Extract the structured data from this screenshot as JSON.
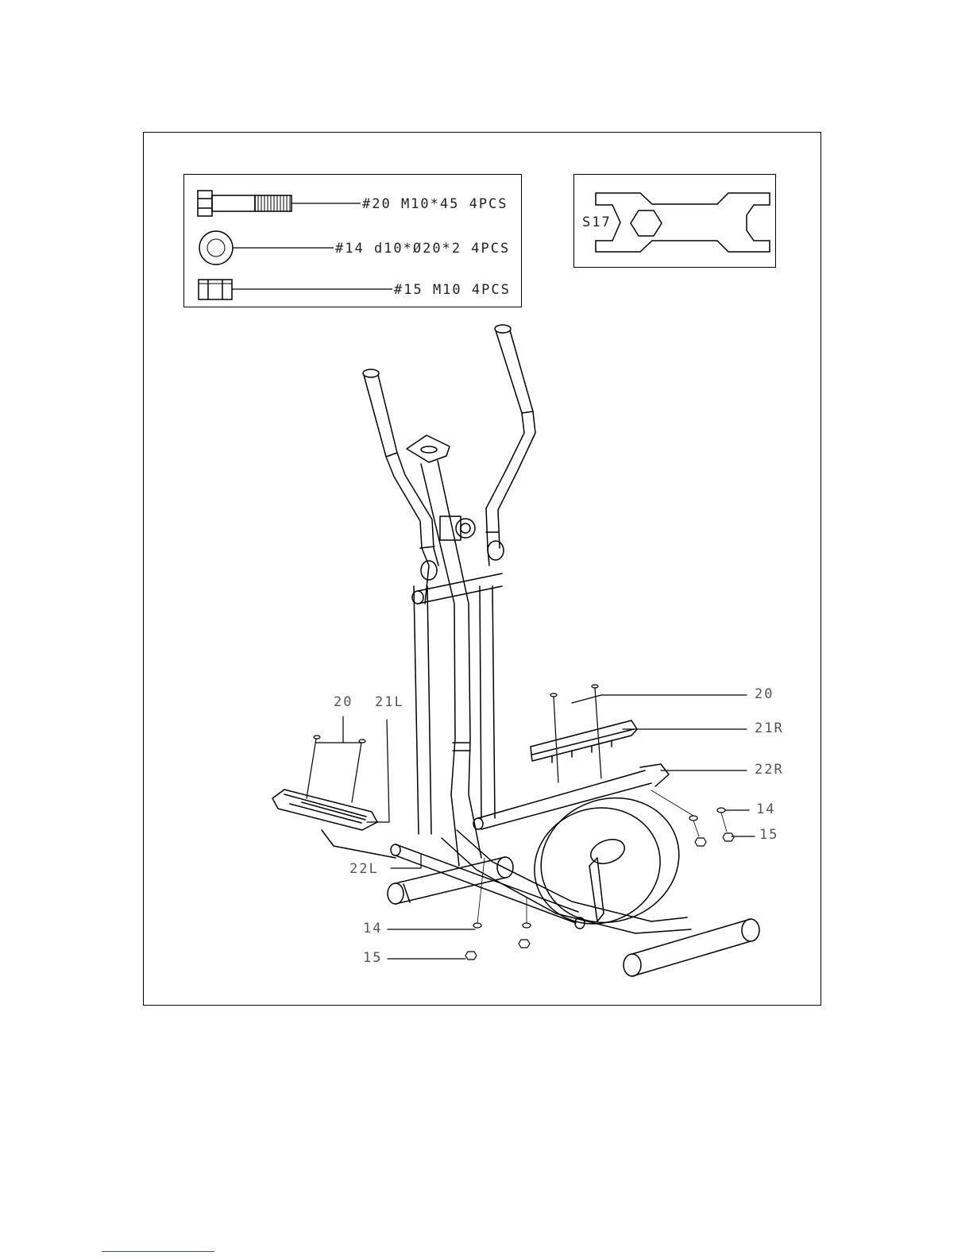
{
  "hardware": {
    "bolt": {
      "label": "#20 M10*45 4PCS"
    },
    "washer": {
      "label": "#14 d10*Ø20*2 4PCS"
    },
    "nut": {
      "label": "#15 M10 4PCS"
    }
  },
  "tool": {
    "label": "S17"
  },
  "callouts": {
    "bolt_left": "20",
    "pedal_left": "21L",
    "bolt_right": "20",
    "pedal_right": "21R",
    "arm_right": "22R",
    "washer_right": "14",
    "nut_right": "15",
    "arm_left": "22L",
    "washer_left": "14",
    "nut_left": "15"
  }
}
